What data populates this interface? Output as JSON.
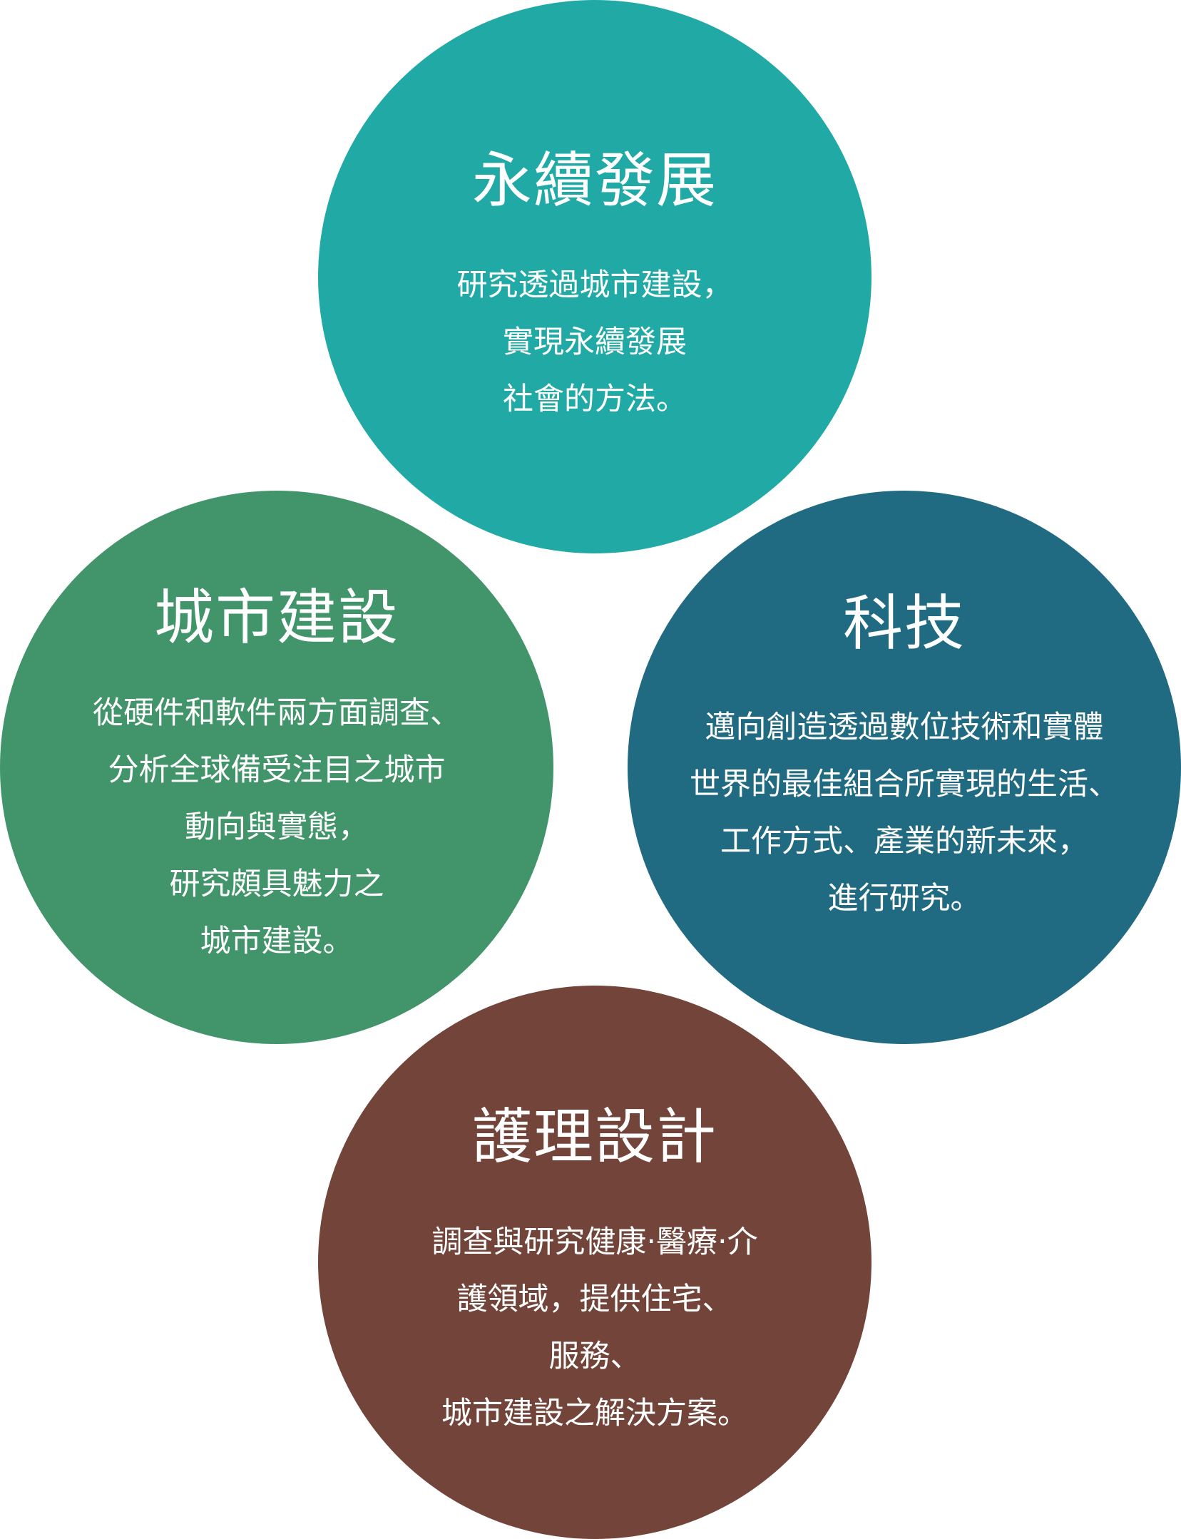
{
  "circles": {
    "sustainability": {
      "title": "永續發展",
      "color": "#21AAA5",
      "lines": [
        "研究透過城市建設，",
        "實現永續發展",
        "社會的方法。"
      ]
    },
    "urban": {
      "title": "城市建設",
      "color": "#42946A",
      "lines": [
        "從硬件和軟件兩方面調查、",
        "分析全球備受注目之城市",
        "動向與實態，",
        "研究頗具魅力之",
        "城市建設。"
      ]
    },
    "tech": {
      "title": "科技",
      "color": "#206A82",
      "lines": [
        "邁向創造透過數位技術和實體",
        "世界的最佳組合所實現的生活、",
        "工作方式、產業的新未來，",
        "進行研究。"
      ]
    },
    "care": {
      "title": "護理設計",
      "color": "#72443A",
      "lines": [
        "調查與研究健康‧醫療‧介",
        "護領域，提供住宅、",
        "服務、",
        "城市建設之解決方案。"
      ]
    }
  }
}
